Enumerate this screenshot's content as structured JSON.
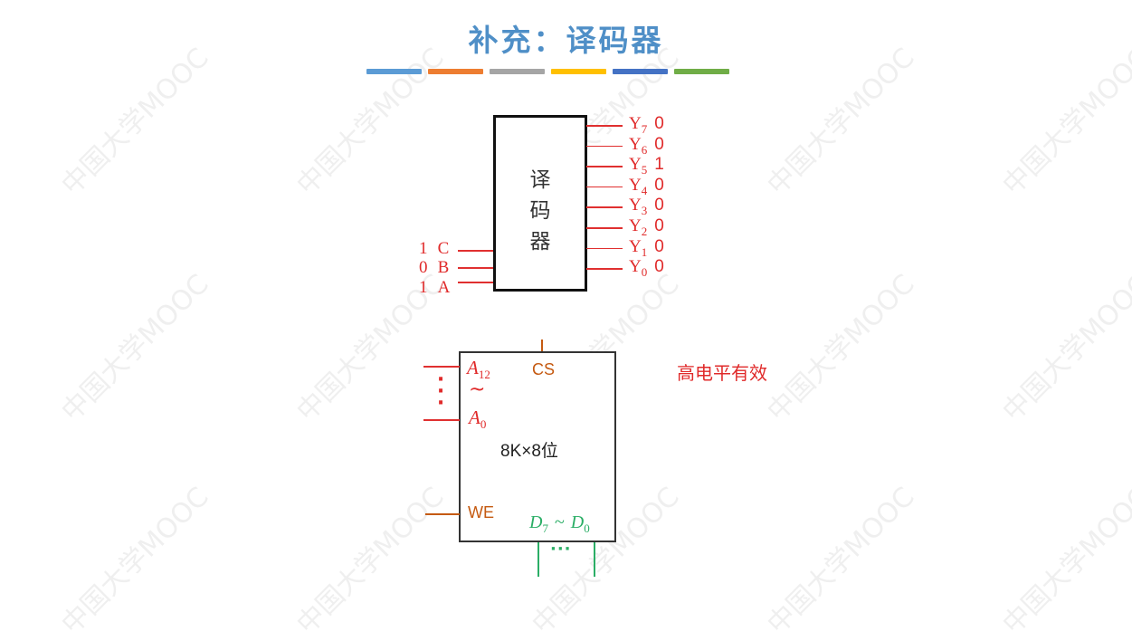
{
  "slide": {
    "title": "补充：译码器",
    "title_color": "#4f8fc7",
    "divider_colors": [
      "#5b9bd5",
      "#ed7d31",
      "#a5a5a5",
      "#ffc000",
      "#4472c4",
      "#70ad47"
    ],
    "watermark_text": "中国大学MOOC"
  },
  "decoder": {
    "label_chars": [
      "译",
      "码",
      "器"
    ],
    "inputs": [
      {
        "value": "1",
        "name": "C"
      },
      {
        "value": "0",
        "name": "B"
      },
      {
        "value": "1",
        "name": "A"
      }
    ],
    "outputs": [
      {
        "name": "Y",
        "sub": "7",
        "value": "0"
      },
      {
        "name": "Y",
        "sub": "6",
        "value": "0"
      },
      {
        "name": "Y",
        "sub": "5",
        "value": "1"
      },
      {
        "name": "Y",
        "sub": "4",
        "value": "0"
      },
      {
        "name": "Y",
        "sub": "3",
        "value": "0"
      },
      {
        "name": "Y",
        "sub": "2",
        "value": "0"
      },
      {
        "name": "Y",
        "sub": "1",
        "value": "0"
      },
      {
        "name": "Y",
        "sub": "0",
        "value": "0"
      }
    ],
    "line_color": "#e03030"
  },
  "memory_chip": {
    "capacity": "8K×8位",
    "addr_high": {
      "name": "A",
      "sub": "12"
    },
    "addr_tilde": "~",
    "addr_low": {
      "name": "A",
      "sub": "0"
    },
    "addr_dots": "⋮",
    "cs_label": "CS",
    "we_label": "WE",
    "data_label": {
      "high": "D",
      "high_sub": "7",
      "tilde": "~",
      "low": "D",
      "low_sub": "0"
    },
    "data_dots": "···",
    "note": "高电平有效",
    "colors": {
      "address": "#e02a2a",
      "control": "#c55a11",
      "data": "#2bae66",
      "note": "#e02a2a"
    }
  }
}
